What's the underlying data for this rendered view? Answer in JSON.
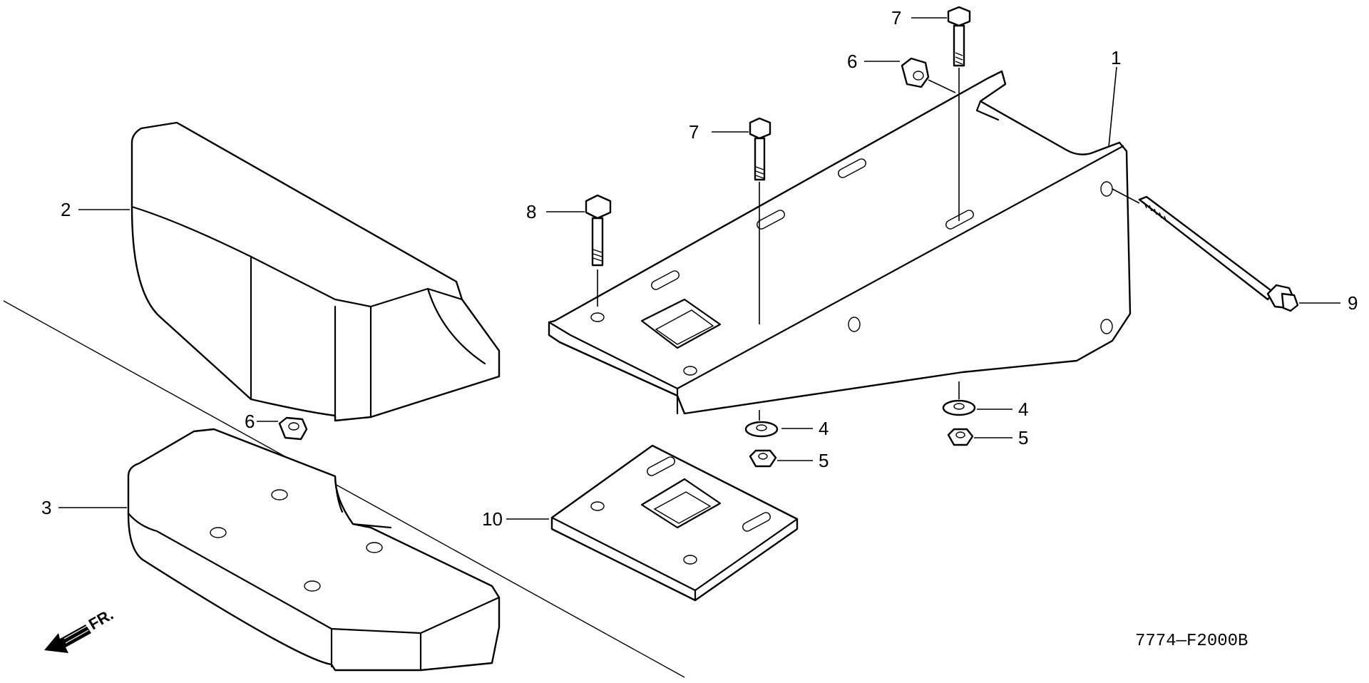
{
  "diagram": {
    "drawing_code": "7774—F2000B",
    "front_label": "FR.",
    "callouts": {
      "c1": "1",
      "c2": "2",
      "c3": "3",
      "c4a": "4",
      "c4b": "4",
      "c5a": "5",
      "c5b": "5",
      "c6a": "6",
      "c6b": "6",
      "c7a": "7",
      "c7b": "7",
      "c8": "8",
      "c9": "9",
      "c10": "10"
    }
  }
}
